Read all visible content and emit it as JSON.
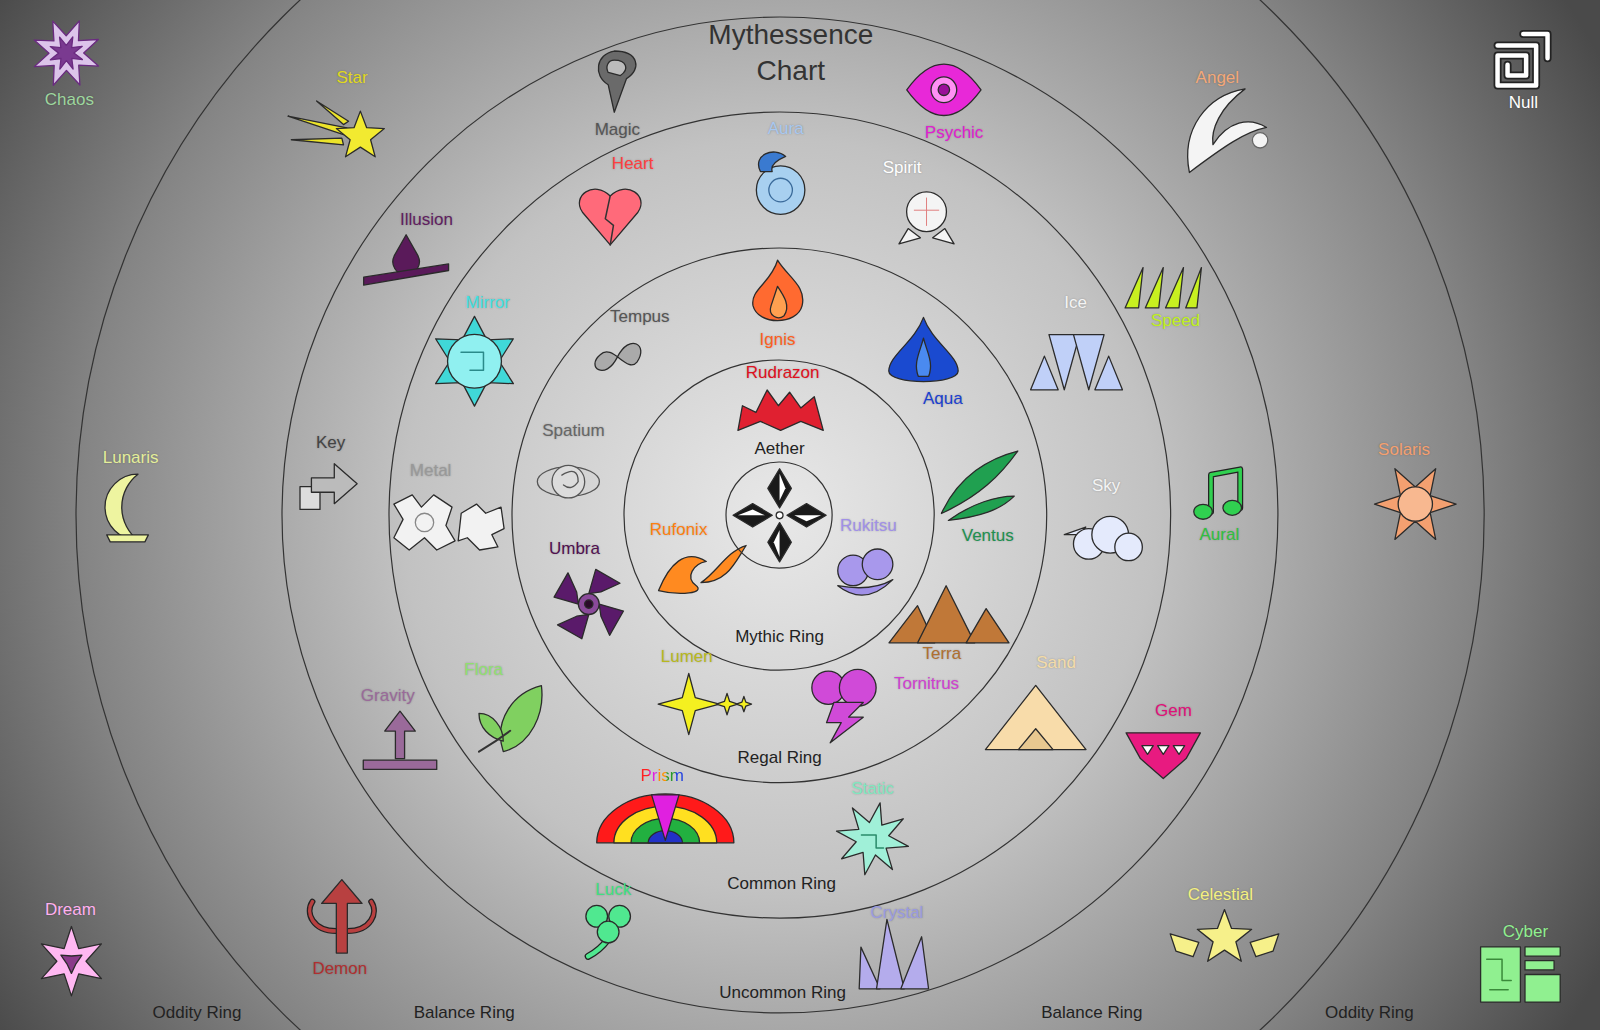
{
  "diagram": {
    "title": "Mythessence Chart",
    "nodes": [
      {
        "text": [
          "Oddity Ring",
          "Oddity Ring"
        ]
      },
      {
        "text": [
          "Balance Ring",
          "Balance Ring"
        ],
        "in": 0
      },
      {
        "text": [
          "Uncommon Ring"
        ],
        "in": 1
      },
      {
        "text": [
          "Common Ring"
        ],
        "in": 2
      },
      {
        "text": [
          "Regal Ring"
        ],
        "in": 3
      },
      {
        "text": [
          "Mythic Ring"
        ],
        "in": 4
      },
      {
        "text": [
          "Aether"
        ],
        "in": 5
      }
    ],
    "labels": [
      "Chaos",
      "Null",
      "Star",
      "Magic",
      "Psychic",
      "Angel",
      "Aura",
      "Heart",
      "Spirit",
      "Illusion",
      "Mirror",
      "Ice",
      "Speed",
      "Tempus",
      "Ignis",
      "Rudrazon",
      "Aqua",
      "Spatium",
      "Key",
      "Metal",
      "Lunaris",
      "Sky",
      "Aural",
      "Solaris",
      "Rufonix",
      "Rukitsu",
      "Ventus",
      "Umbra",
      "Terra",
      "Tornitrus",
      "Lumen",
      "Sand",
      "Flora",
      "Gravity",
      "Gem",
      "Prism",
      "Static",
      "Luck",
      "Crystal",
      "Celestial",
      "Dream",
      "Demon",
      "Cyber"
    ]
  }
}
